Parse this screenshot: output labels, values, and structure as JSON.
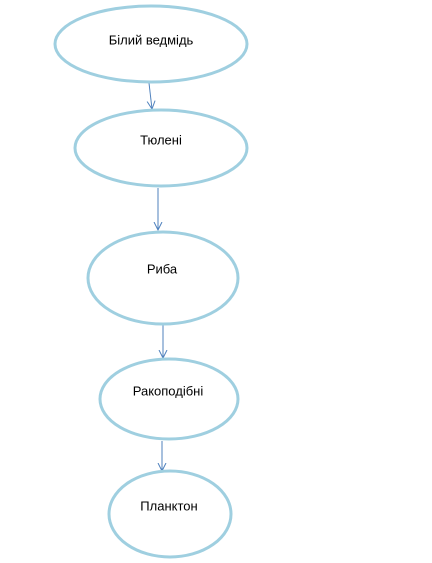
{
  "diagram": {
    "nodes": [
      {
        "id": "polar-bear",
        "label": "Білий ведмідь"
      },
      {
        "id": "seals",
        "label": "Тюлені"
      },
      {
        "id": "fish",
        "label": "Риба"
      },
      {
        "id": "crustaceans",
        "label": "Ракоподібні"
      },
      {
        "id": "plankton",
        "label": "Планктон"
      }
    ],
    "edges": [
      {
        "from": "polar-bear",
        "to": "seals"
      },
      {
        "from": "seals",
        "to": "fish"
      },
      {
        "from": "fish",
        "to": "crustaceans"
      },
      {
        "from": "crustaceans",
        "to": "plankton"
      }
    ]
  },
  "colors": {
    "node_outline": "#9fcfe0",
    "arrow": "#4f81bd",
    "background": "#ffffff",
    "text": "#000000"
  }
}
